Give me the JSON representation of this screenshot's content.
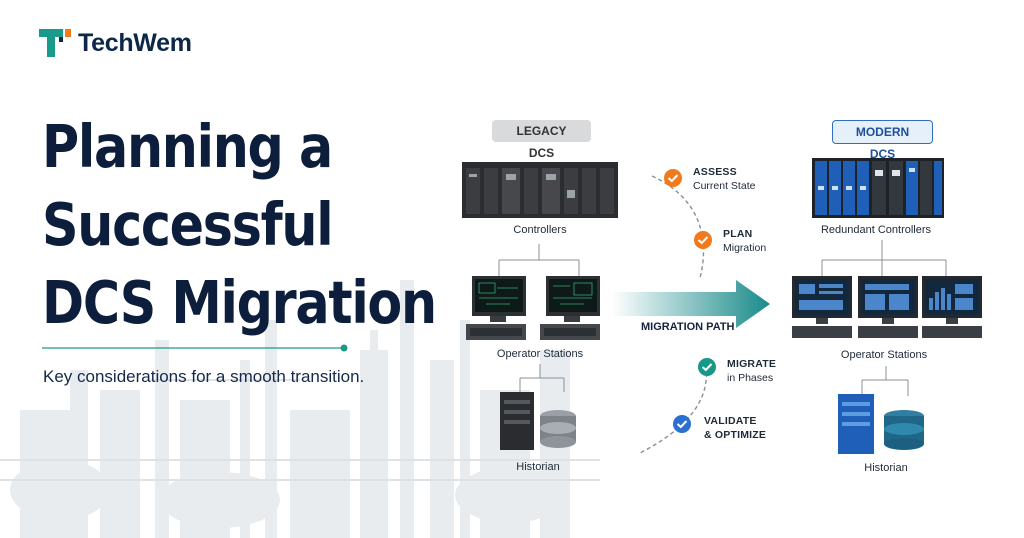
{
  "brand": {
    "name": "TechWem"
  },
  "headline": {
    "line1": "Planning a",
    "line2": "Successful",
    "line3": "DCS Migration"
  },
  "subtitle": "Key considerations for a smooth transition.",
  "legacy": {
    "title": "LEGACY DCS",
    "controllers_label": "Controllers",
    "stations_label": "Operator Stations",
    "historian_label": "Historian"
  },
  "modern": {
    "title": "MODERN DCS",
    "controllers_label": "Redundant Controllers",
    "stations_label": "Operator Stations",
    "historian_label": "Historian"
  },
  "migration_path_label": "MIGRATION PATH",
  "phases": [
    {
      "title": "ASSESS",
      "subtitle": "Current State",
      "color": "#f07a1c"
    },
    {
      "title": "PLAN",
      "subtitle": "Migration",
      "color": "#f07a1c"
    },
    {
      "title": "MIGRATE",
      "subtitle": "in Phases",
      "color": "#159a87"
    },
    {
      "title": "VALIDATE",
      "subtitle": "& OPTIMIZE",
      "color": "#2a6fd1"
    }
  ],
  "colors": {
    "brand_teal": "#1a9a8a",
    "brand_orange": "#f07a1c",
    "navy": "#0c1e3b",
    "modern_blue": "#1f5fb8"
  }
}
